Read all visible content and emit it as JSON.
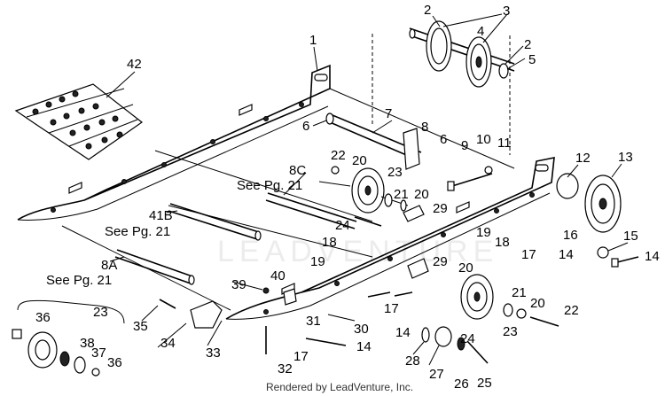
{
  "callouts": [
    {
      "id": "c1",
      "label": "1"
    },
    {
      "id": "c2a",
      "label": "2"
    },
    {
      "id": "c2b",
      "label": "2"
    },
    {
      "id": "c3",
      "label": "3"
    },
    {
      "id": "c4",
      "label": "4"
    },
    {
      "id": "c5",
      "label": "5"
    },
    {
      "id": "c6a",
      "label": "6"
    },
    {
      "id": "c6b",
      "label": "6"
    },
    {
      "id": "c7",
      "label": "7"
    },
    {
      "id": "c8",
      "label": "8"
    },
    {
      "id": "c9",
      "label": "9"
    },
    {
      "id": "c10",
      "label": "10"
    },
    {
      "id": "c11",
      "label": "11"
    },
    {
      "id": "c12",
      "label": "12"
    },
    {
      "id": "c13",
      "label": "13"
    },
    {
      "id": "c14a",
      "label": "14"
    },
    {
      "id": "c14b",
      "label": "14"
    },
    {
      "id": "c14c",
      "label": "14"
    },
    {
      "id": "c14d",
      "label": "14"
    },
    {
      "id": "c15",
      "label": "15"
    },
    {
      "id": "c16",
      "label": "16"
    },
    {
      "id": "c17a",
      "label": "17"
    },
    {
      "id": "c17b",
      "label": "17"
    },
    {
      "id": "c17c",
      "label": "17"
    },
    {
      "id": "c18a",
      "label": "18"
    },
    {
      "id": "c18b",
      "label": "18"
    },
    {
      "id": "c19a",
      "label": "19"
    },
    {
      "id": "c19b",
      "label": "19"
    },
    {
      "id": "c20a",
      "label": "20"
    },
    {
      "id": "c20b",
      "label": "20"
    },
    {
      "id": "c20c",
      "label": "20"
    },
    {
      "id": "c20d",
      "label": "20"
    },
    {
      "id": "c21a",
      "label": "21"
    },
    {
      "id": "c21b",
      "label": "21"
    },
    {
      "id": "c22a",
      "label": "22"
    },
    {
      "id": "c22b",
      "label": "22"
    },
    {
      "id": "c23a",
      "label": "23"
    },
    {
      "id": "c23b",
      "label": "23"
    },
    {
      "id": "c23c",
      "label": "23"
    },
    {
      "id": "c24a",
      "label": "24"
    },
    {
      "id": "c24b",
      "label": "24"
    },
    {
      "id": "c25",
      "label": "25"
    },
    {
      "id": "c26",
      "label": "26"
    },
    {
      "id": "c27",
      "label": "27"
    },
    {
      "id": "c28",
      "label": "28"
    },
    {
      "id": "c29a",
      "label": "29"
    },
    {
      "id": "c29b",
      "label": "29"
    },
    {
      "id": "c30",
      "label": "30"
    },
    {
      "id": "c31",
      "label": "31"
    },
    {
      "id": "c32",
      "label": "32"
    },
    {
      "id": "c33",
      "label": "33"
    },
    {
      "id": "c34",
      "label": "34"
    },
    {
      "id": "c35",
      "label": "35"
    },
    {
      "id": "c36a",
      "label": "36"
    },
    {
      "id": "c36b",
      "label": "36"
    },
    {
      "id": "c37",
      "label": "37"
    },
    {
      "id": "c38",
      "label": "38"
    },
    {
      "id": "c39",
      "label": "39"
    },
    {
      "id": "c40",
      "label": "40"
    },
    {
      "id": "c41b",
      "label": "41B"
    },
    {
      "id": "c42",
      "label": "42"
    },
    {
      "id": "c8a",
      "label": "8A"
    },
    {
      "id": "c8c",
      "label": "8C"
    }
  ],
  "page_refs": [
    {
      "id": "r8c",
      "label": "See Pg. 21"
    },
    {
      "id": "r41b",
      "label": "See Pg. 21"
    },
    {
      "id": "r8a",
      "label": "See Pg. 21"
    }
  ],
  "watermark": "LEADVENTURE",
  "footer": "Rendered by LeadVenture, Inc."
}
